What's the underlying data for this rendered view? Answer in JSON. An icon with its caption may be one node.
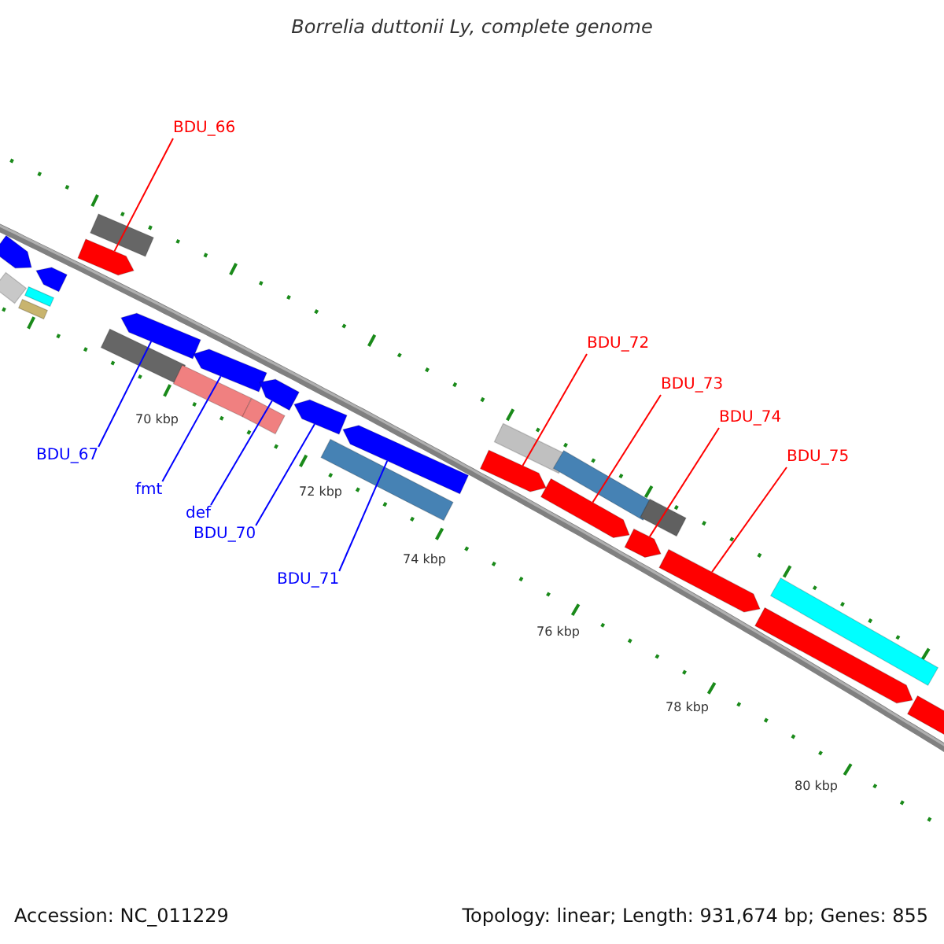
{
  "diagram": {
    "title": "Borrelia duttonii Ly, complete genome",
    "nodes": [
      {
        "text": [
          "BDU_66"
        ]
      },
      {
        "text": [
          "BDU_67"
        ]
      },
      {
        "text": [
          "fmt"
        ]
      },
      {
        "text": [
          "def"
        ]
      },
      {
        "text": [
          "BDU_70"
        ]
      },
      {
        "text": [
          "BDU_71"
        ]
      },
      {
        "text": [
          "BDU_72"
        ]
      },
      {
        "text": [
          "BDU_73"
        ]
      },
      {
        "text": [
          "BDU_74"
        ]
      },
      {
        "text": [
          "BDU_75"
        ]
      },
      {
        "text": [],
        "shape": "arrow"
      },
      {
        "text": [],
        "shape": "box"
      },
      {
        "text": [],
        "shape": "box"
      },
      {
        "text": [],
        "shape": "box"
      },
      {
        "text": [],
        "shape": "arrow"
      },
      {
        "text": [],
        "shape": "arrow"
      },
      {
        "text": [],
        "shape": "box"
      },
      {
        "text": [],
        "shape": "box"
      },
      {
        "text": [],
        "shape": "arrow"
      },
      {
        "text": [],
        "shape": "box"
      },
      {
        "text": [],
        "shape": "arrow"
      },
      {
        "text": [],
        "shape": "box"
      },
      {
        "text": [],
        "shape": "arrow"
      },
      {
        "text": [],
        "shape": "arrow"
      },
      {
        "text": [],
        "shape": "box"
      },
      {
        "text": [],
        "shape": "arrow"
      },
      {
        "text": [],
        "shape": "arrow"
      },
      {
        "text": [],
        "shape": "box"
      },
      {
        "text": [],
        "shape": "arrow"
      },
      {
        "text": [],
        "shape": "box"
      },
      {
        "text": [],
        "shape": "arrow"
      },
      {
        "text": [],
        "shape": "box"
      },
      {
        "text": [],
        "shape": "arrow"
      },
      {
        "text": [],
        "shape": "arrow"
      },
      {
        "text": [],
        "shape": "box"
      },
      {
        "text": [],
        "shape": "arrow"
      }
    ],
    "edges": [
      {
        "from": 0,
        "to": 15,
        "arrow": "none",
        "color": "#ff0000"
      },
      {
        "from": 1,
        "to": 18,
        "arrow": "none",
        "color": "#0000ff"
      },
      {
        "from": 2,
        "to": 20,
        "arrow": "none",
        "color": "#0000ff"
      },
      {
        "from": 3,
        "to": 22,
        "arrow": "none",
        "color": "#0000ff"
      },
      {
        "from": 4,
        "to": 23,
        "arrow": "none",
        "color": "#0000ff"
      },
      {
        "from": 5,
        "to": 25,
        "arrow": "none",
        "color": "#0000ff"
      },
      {
        "from": 6,
        "to": 26,
        "arrow": "none",
        "color": "#ff0000"
      },
      {
        "from": 7,
        "to": 28,
        "arrow": "none",
        "color": "#ff0000"
      },
      {
        "from": 8,
        "to": 30,
        "arrow": "none",
        "color": "#ff0000"
      },
      {
        "from": 9,
        "to": 32,
        "arrow": "none",
        "color": "#ff0000"
      }
    ],
    "labels": [
      "70 kbp",
      "72 kbp",
      "74 kbp",
      "76 kbp",
      "78 kbp",
      "80 kbp",
      "Accession: NC_011229",
      "Topology: linear; Length: 931,674 bp; Genes: 855"
    ]
  }
}
